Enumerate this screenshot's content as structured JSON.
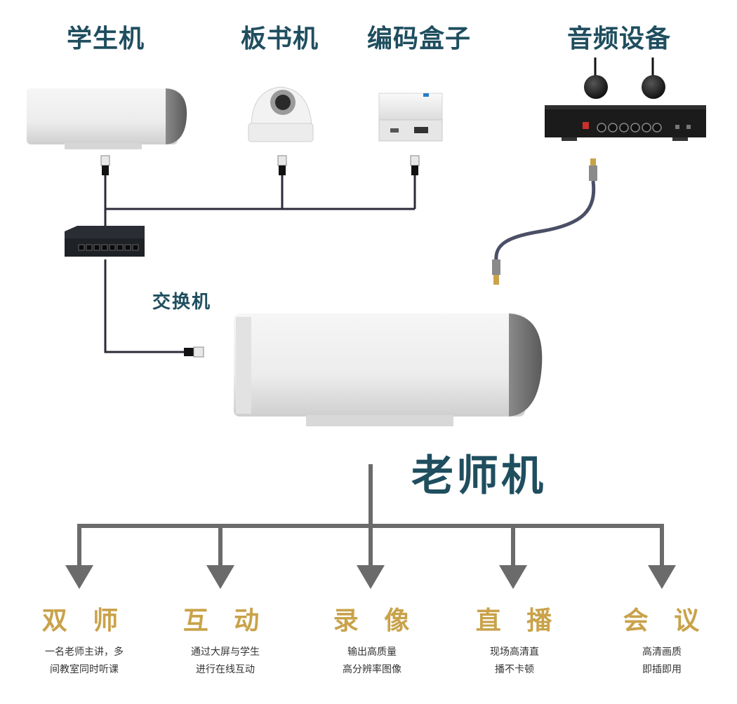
{
  "devices": {
    "student_cam": "学生机",
    "board_cam": "板书机",
    "encoder": "编码盒子",
    "audio": "音频设备"
  },
  "switch_label": "交换机",
  "teacher_label": "老师机",
  "features": [
    {
      "title": "双 师",
      "line1": "一名老师主讲，多",
      "line2": "间教室同时听课"
    },
    {
      "title": "互 动",
      "line1": "通过大屏与学生",
      "line2": "进行在线互动"
    },
    {
      "title": "录 像",
      "line1": "输出高质量",
      "line2": "高分辨率图像"
    },
    {
      "title": "直 播",
      "line1": "现场高清直",
      "line2": "播不卡顿"
    },
    {
      "title": "会 议",
      "line1": "高清画质",
      "line2": "即插即用"
    }
  ],
  "colors": {
    "title": "#1f4e5f",
    "feature": "#c9a24a",
    "arrow": "#6b6b6b",
    "cable": "#2b2b3a"
  }
}
